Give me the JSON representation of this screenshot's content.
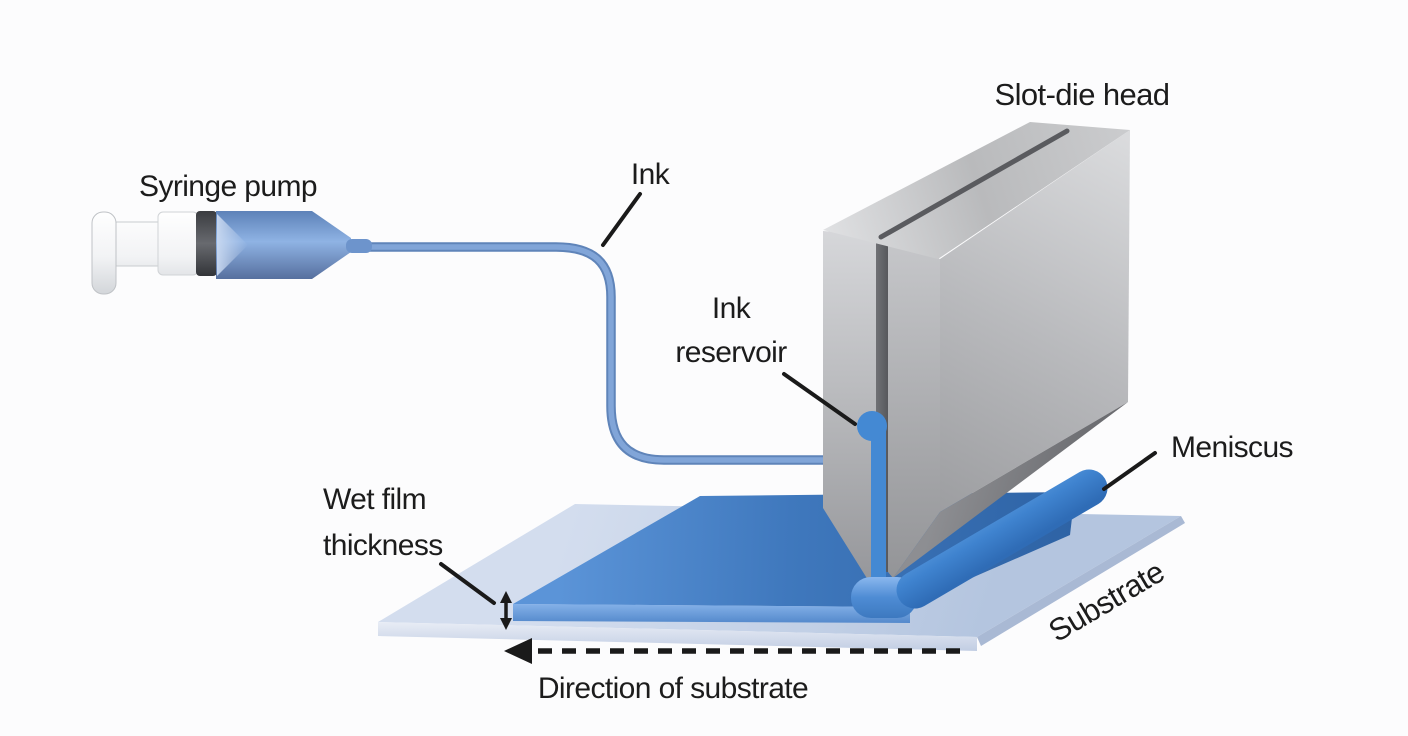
{
  "figure": {
    "labels": {
      "syringe_pump": "Syringe pump",
      "ink": "Ink",
      "ink_reservoir_line1": "Ink",
      "ink_reservoir_line2": "reservoir",
      "slot_die_head": "Slot-die head",
      "meniscus": "Meniscus",
      "substrate": "Substrate",
      "wet_film_line1": "Wet film",
      "wet_film_line2": "thickness",
      "direction_of_substrate": "Direction of substrate"
    },
    "palette": {
      "ink_blue": "#4489d3",
      "film_blue": "#3f78bd",
      "film_edge_blue": "#6da2e2",
      "tube_blue": "#81a5d8",
      "substrate_blue": "#c2d2e8",
      "die_gray_light": "#d9dadc",
      "die_gray_dark": "#96979a",
      "slot_gap_gray": "#5a5b5f",
      "label_color": "#1c1c1c",
      "background": "#fcfcfd"
    }
  }
}
